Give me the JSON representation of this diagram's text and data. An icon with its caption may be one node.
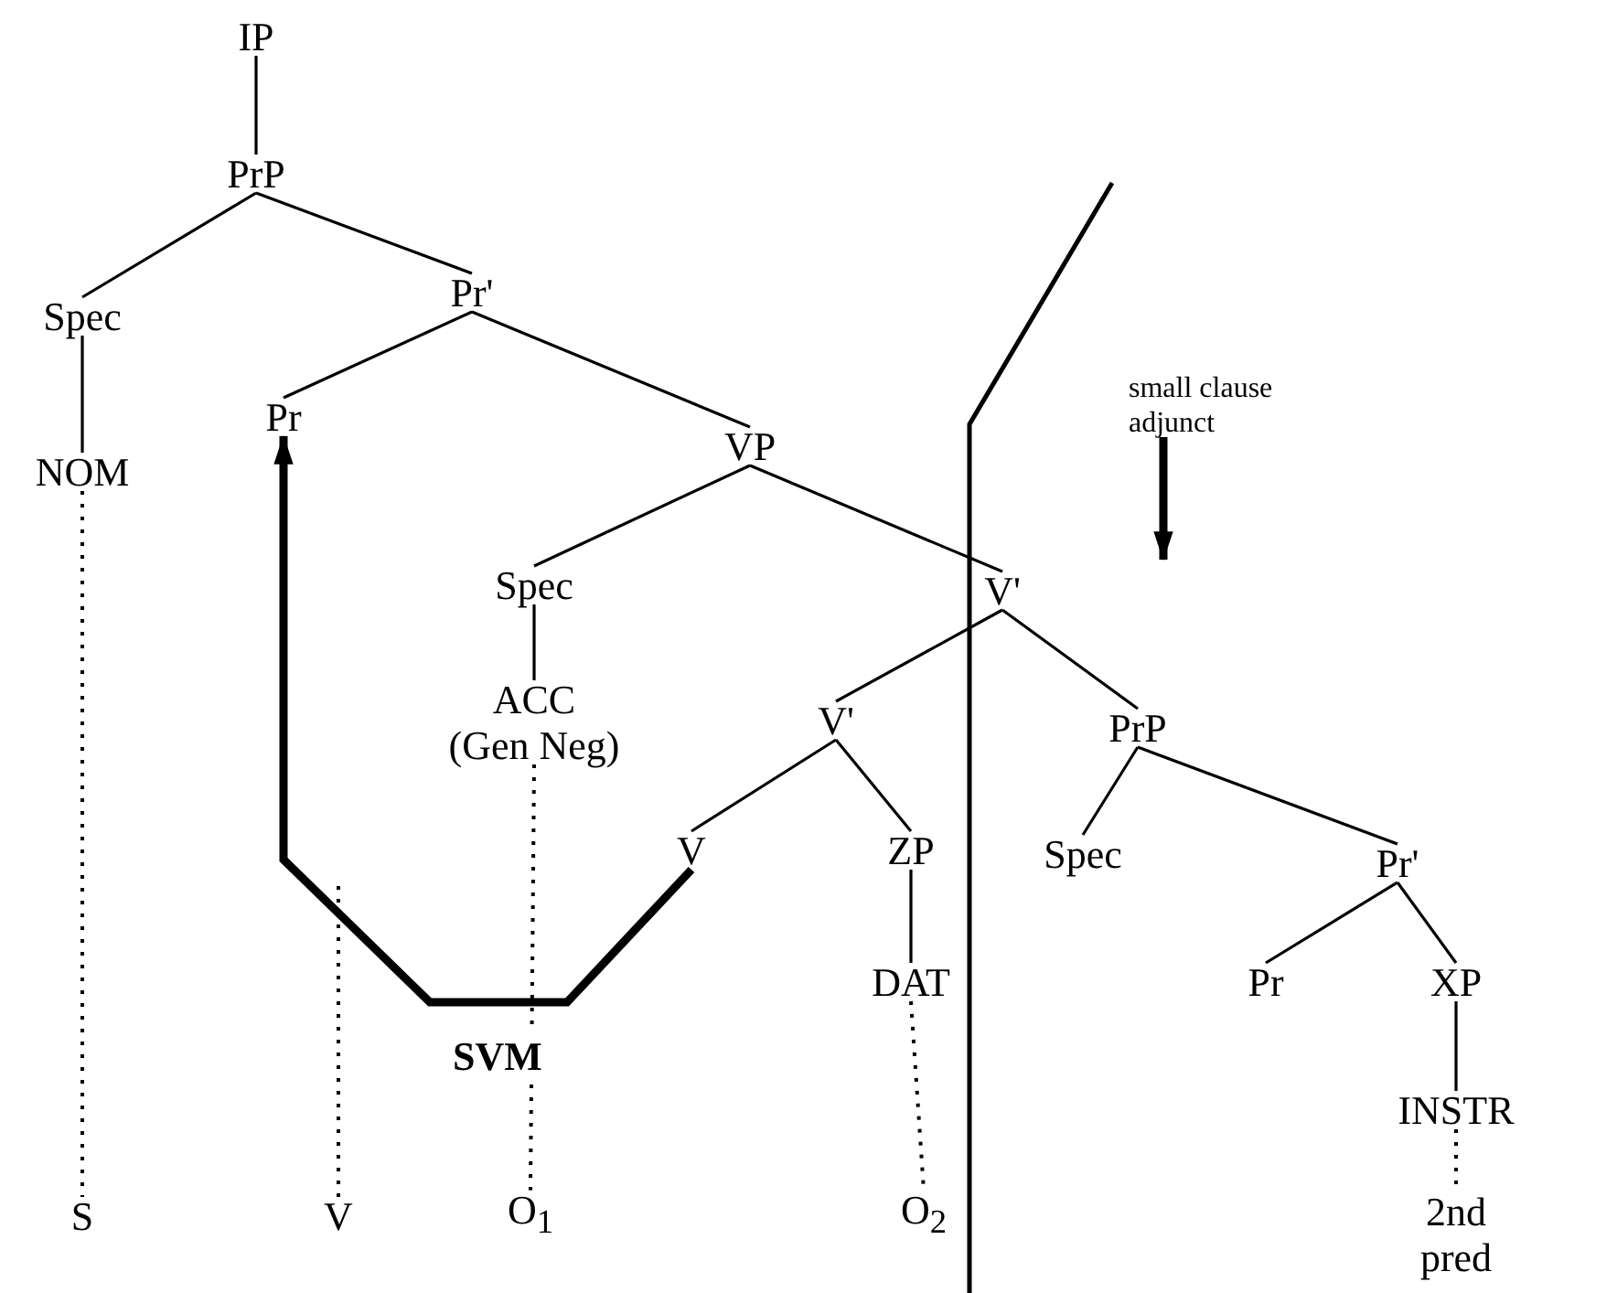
{
  "diagram": {
    "nodes": [
      {
        "text": [
          "IP"
        ]
      },
      {
        "text": [
          "PrP"
        ]
      },
      {
        "text": [
          "Spec"
        ]
      },
      {
        "text": [
          "Pr'"
        ]
      },
      {
        "text": [
          "NOM"
        ]
      },
      {
        "text": [
          "Pr"
        ]
      },
      {
        "text": [
          "VP"
        ]
      },
      {
        "text": [
          "Spec"
        ]
      },
      {
        "text": [
          "V'"
        ]
      },
      {
        "text": [
          "ACC (Gen Neg)"
        ]
      },
      {
        "text": [
          "V'"
        ]
      },
      {
        "text": [
          "PrP"
        ]
      },
      {
        "text": [
          "V"
        ]
      },
      {
        "text": [
          "ZP"
        ]
      },
      {
        "text": [
          "Spec"
        ]
      },
      {
        "text": [
          "Pr'"
        ]
      },
      {
        "text": [
          "DAT"
        ]
      },
      {
        "text": [
          "Pr"
        ]
      },
      {
        "text": [
          "XP"
        ]
      },
      {
        "text": [
          "INSTR"
        ]
      },
      {
        "text": [
          "S"
        ]
      },
      {
        "text": [
          "V"
        ]
      },
      {
        "text": [
          "O$_{1}$"
        ]
      },
      {
        "text": [
          "O$_{2}$"
        ]
      },
      {
        "text": [
          "2nd pred"
        ]
      },
      {
        "text": [
          "small clause adjunct"
        ]
      }
    ],
    "edges": [
      {
        "from": 0,
        "to": 1,
        "arrow": "none"
      },
      {
        "from": 1,
        "to": 2,
        "arrow": "none"
      },
      {
        "from": 1,
        "to": 3,
        "arrow": "none"
      },
      {
        "from": 2,
        "to": 4,
        "arrow": "none"
      },
      {
        "from": 3,
        "to": 5,
        "arrow": "none"
      },
      {
        "from": 3,
        "to": 6,
        "arrow": "none"
      },
      {
        "from": 6,
        "to": 7,
        "arrow": "none"
      },
      {
        "from": 6,
        "to": 8,
        "arrow": "none"
      },
      {
        "from": 7,
        "to": 9,
        "arrow": "none"
      },
      {
        "from": 8,
        "to": 10,
        "arrow": "none"
      },
      {
        "from": 8,
        "to": 11,
        "arrow": "none"
      },
      {
        "from": 10,
        "to": 12,
        "arrow": "none"
      },
      {
        "from": 10,
        "to": 13,
        "arrow": "none"
      },
      {
        "from": 11,
        "to": 14,
        "arrow": "none"
      },
      {
        "from": 11,
        "to": 15,
        "arrow": "none"
      },
      {
        "from": 13,
        "to": 16,
        "arrow": "none"
      },
      {
        "from": 15,
        "to": 17,
        "arrow": "none"
      },
      {
        "from": 15,
        "to": 18,
        "arrow": "none"
      },
      {
        "from": 18,
        "to": 19,
        "arrow": "none"
      },
      {
        "from": 4,
        "to": 20,
        "arrow": "none",
        "style": "dashed"
      },
      {
        "from": 9,
        "to": 22,
        "arrow": "none",
        "style": "dashed"
      },
      {
        "from": 16,
        "to": 23,
        "arrow": "none",
        "style": "dashed"
      },
      {
        "from": 19,
        "to": 24,
        "arrow": "none",
        "style": "dashed"
      },
      {
        "from": 21,
        "to": null,
        "arrow": "none",
        "style": "dashed"
      },
      {
        "from": 12,
        "to": 5,
        "arrow": "to",
        "style": "thick",
        "label": "SVM"
      },
      {
        "from": 25,
        "to": null,
        "arrow": "to",
        "style": "thick"
      }
    ]
  }
}
